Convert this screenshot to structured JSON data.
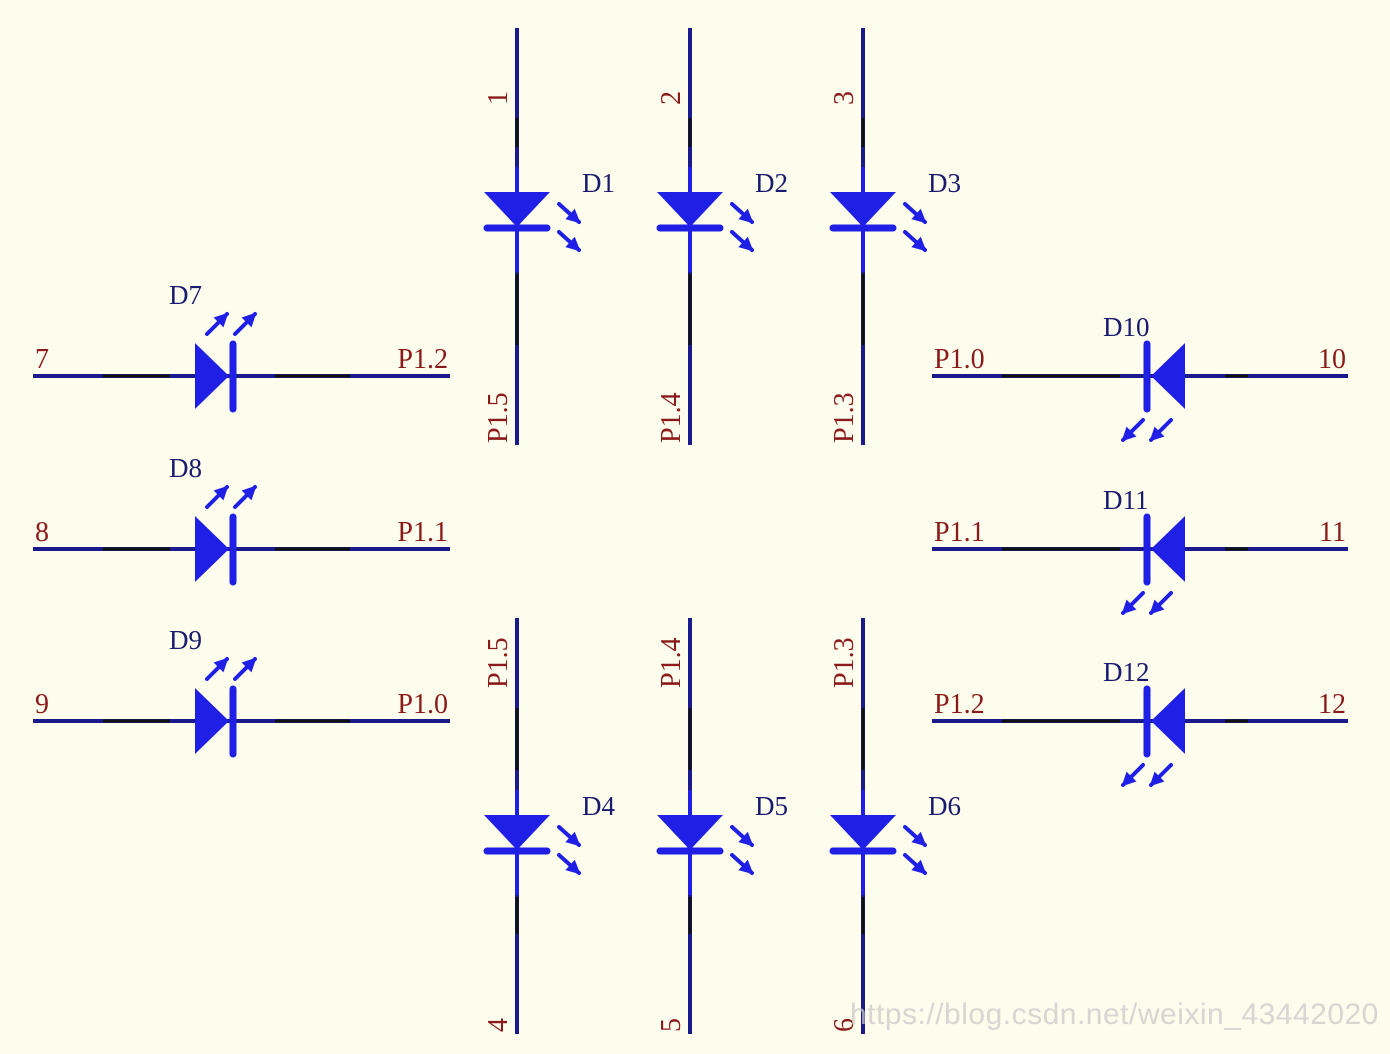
{
  "diagram": {
    "type": "schematic",
    "colors": {
      "background": "#fdfdee",
      "wire": "#1a1a8c",
      "wire_dark": "#111111",
      "component": "#1f1fe6",
      "pin_label": "#8b1a1a",
      "designator": "#1a1a6e"
    },
    "components": [
      {
        "designator": "D1",
        "type": "LED",
        "orientation": "vertical-down",
        "pin_a_label": "1",
        "pin_k_label": "P1.5"
      },
      {
        "designator": "D2",
        "type": "LED",
        "orientation": "vertical-down",
        "pin_a_label": "2",
        "pin_k_label": "P1.4"
      },
      {
        "designator": "D3",
        "type": "LED",
        "orientation": "vertical-down",
        "pin_a_label": "3",
        "pin_k_label": "P1.3"
      },
      {
        "designator": "D4",
        "type": "LED",
        "orientation": "vertical-down",
        "pin_a_label": "P1.5",
        "pin_k_label": "4"
      },
      {
        "designator": "D5",
        "type": "LED",
        "orientation": "vertical-down",
        "pin_a_label": "P1.4",
        "pin_k_label": "5"
      },
      {
        "designator": "D6",
        "type": "LED",
        "orientation": "vertical-down",
        "pin_a_label": "P1.3",
        "pin_k_label": "6"
      },
      {
        "designator": "D7",
        "type": "LED",
        "orientation": "horizontal-right",
        "pin_a_label": "7",
        "pin_k_label": "P1.2"
      },
      {
        "designator": "D8",
        "type": "LED",
        "orientation": "horizontal-right",
        "pin_a_label": "8",
        "pin_k_label": "P1.1"
      },
      {
        "designator": "D9",
        "type": "LED",
        "orientation": "horizontal-right",
        "pin_a_label": "9",
        "pin_k_label": "P1.0"
      },
      {
        "designator": "D10",
        "type": "LED",
        "orientation": "horizontal-left",
        "pin_a_label": "10",
        "pin_k_label": "P1.0"
      },
      {
        "designator": "D11",
        "type": "LED",
        "orientation": "horizontal-left",
        "pin_a_label": "11",
        "pin_k_label": "P1.1"
      },
      {
        "designator": "D12",
        "type": "LED",
        "orientation": "horizontal-left",
        "pin_a_label": "12",
        "pin_k_label": "P1.2"
      }
    ]
  },
  "watermark": "https://blog.csdn.net/weixin_43442020"
}
